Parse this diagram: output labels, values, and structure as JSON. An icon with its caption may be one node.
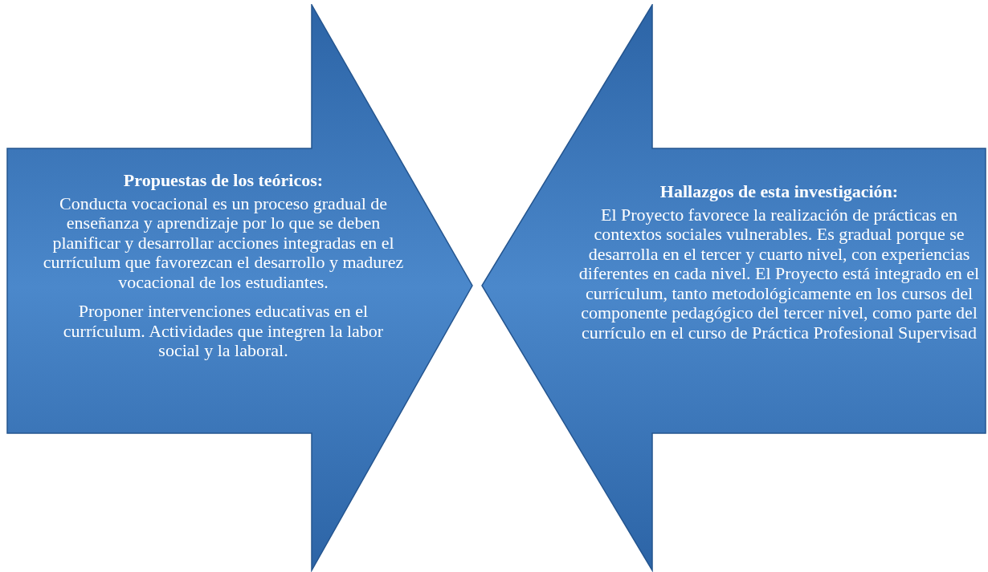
{
  "diagram": {
    "nodes": [
      {
        "text": [
          "Propuestas de los teóricos:",
          "Conducta vocacional es un proceso gradual de enseñanza y aprendizaje por lo que se deben planificar y desarrollar acciones integradas en el currículum que favorezcan el desarrollo y madurez vocacional de los estudiantes.",
          "Proponer intervenciones educativas en el currículum.  Actividades que integren la labor social y la laboral."
        ]
      },
      {
        "text": [
          "Hallazgos de esta investigación:",
          "El Proyecto favorece la realización de prácticas en contextos sociales vulnerables.  Es gradual porque se desarrolla en el tercer y cuarto nivel, con experiencias diferentes en cada nivel.  El Proyecto está integrado en el currículum, tanto metodológicamente en los cursos del componente pedagógico del tercer nivel, como parte del currículo en el curso de Práctica Profesional Supervisad"
        ]
      }
    ]
  }
}
